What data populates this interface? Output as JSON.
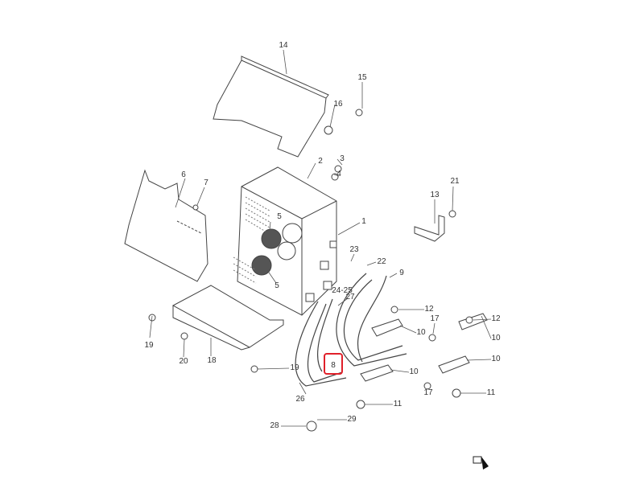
{
  "diagram": {
    "highlight_color": "#e0202a",
    "highlighted_part": "8",
    "callouts": [
      "14",
      "15",
      "16",
      "3",
      "2",
      "4",
      "6",
      "7",
      "21",
      "13",
      "1",
      "5",
      "5",
      "23",
      "22",
      "9",
      "24-25",
      "27",
      "12",
      "12",
      "17",
      "10",
      "10",
      "10",
      "10",
      "19",
      "20",
      "18",
      "19",
      "8",
      "26",
      "17",
      "11",
      "11",
      "28",
      "29"
    ],
    "direction_icon": "arrow-indicator-icon"
  }
}
